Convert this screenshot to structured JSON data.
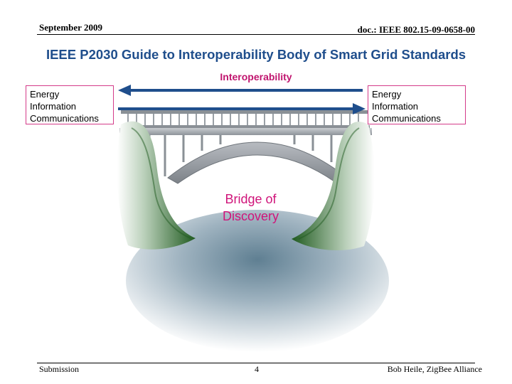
{
  "header": {
    "date": "September 2009",
    "doc_id": "doc.: IEEE 802.15-09-0658-00"
  },
  "title": "IEEE P2030 Guide to Interoperability Body of Smart Grid Standards",
  "diagram": {
    "top_label": "Interoperability",
    "left_box": {
      "lines": [
        "Energy",
        "Information",
        "Communications"
      ]
    },
    "right_box": {
      "lines": [
        "Energy",
        "Information",
        "Communications"
      ]
    },
    "center_label": {
      "lines": [
        "Bridge of",
        "Discovery"
      ]
    }
  },
  "footer": {
    "left": "Submission",
    "page": "4",
    "right": "Bob Heile, ZigBee Alliance"
  },
  "colors": {
    "title": "#1f4e8c",
    "arrow": "#1f4e8c",
    "accent": "#c0146e",
    "cliff": "#2e6a2e",
    "bridge": "#9aa0a6"
  }
}
